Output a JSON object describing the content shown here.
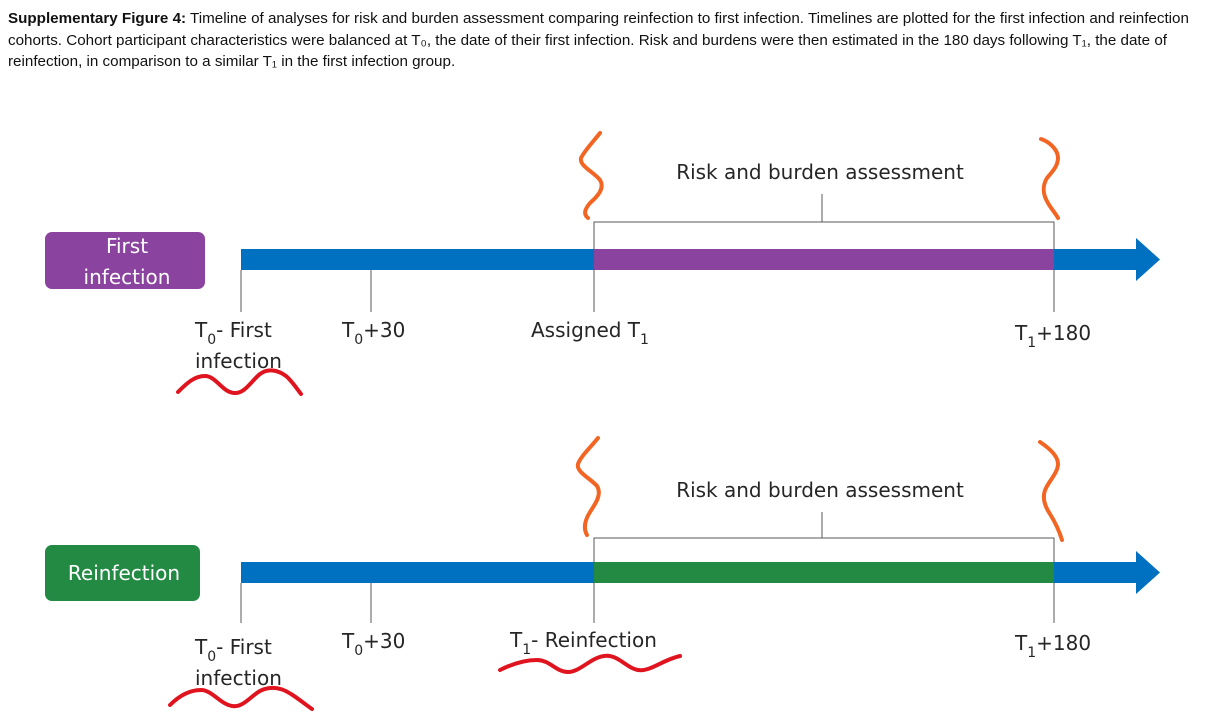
{
  "caption": {
    "bold": "Supplementary Figure 4:",
    "text": " Timeline of analyses for risk and burden assessment comparing reinfection to first infection. Timelines are plotted for the first infection and reinfection cohorts. Cohort participant characteristics were balanced at T₀, the date of their first infection. Risk and burdens were then estimated in the 180 days following T₁, the date of reinfection, in comparison to a similar T₁ in the first infection group."
  },
  "colors": {
    "timeline_blue": "#0070c0",
    "first_infection": "#8b43a0",
    "reinfection": "#238a44",
    "squiggle_orange": "#f26522",
    "underline_red": "#e0141e"
  },
  "panels": {
    "first": {
      "tag_line1": "First",
      "tag_line2": "infection",
      "assessment": "Risk and burden assessment",
      "t0_line1_main": "T",
      "t0_line1_sub": "0",
      "t0_line1_rest": "- First",
      "t0_line2": "infection",
      "t30_main": "T",
      "t30_sub": "0",
      "t30_rest": "+30",
      "t1_main": "Assigned T",
      "t1_sub": "1",
      "t180_main": "T",
      "t180_sub": "1",
      "t180_rest": "+180"
    },
    "re": {
      "tag": "Reinfection",
      "assessment": "Risk and burden assessment",
      "t0_line1_main": "T",
      "t0_line1_sub": "0",
      "t0_line1_rest": "- First",
      "t0_line2": "infection",
      "t30_main": "T",
      "t30_sub": "0",
      "t30_rest": "+30",
      "t1_main": "T",
      "t1_sub": "1",
      "t1_rest": "- Reinfection",
      "t180_main": "T",
      "t180_sub": "1",
      "t180_rest": "+180"
    }
  }
}
